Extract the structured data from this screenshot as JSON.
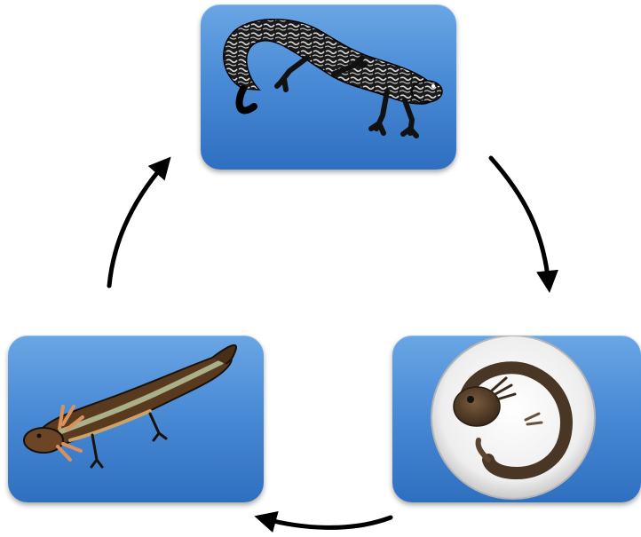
{
  "diagram": {
    "type": "life-cycle",
    "stages": [
      {
        "id": "adult",
        "icon": "adult-salamander-illustration"
      },
      {
        "id": "egg",
        "icon": "salamander-embryo-in-egg-photo"
      },
      {
        "id": "larva",
        "icon": "larval-salamander-with-gills-illustration"
      }
    ],
    "cycle_order": [
      "adult",
      "egg",
      "larva",
      "adult"
    ],
    "colors": {
      "panel_top": "#6aa6e4",
      "panel_bottom": "#2f6fc0",
      "arrow": "#000000",
      "background": "#ffffff"
    }
  }
}
